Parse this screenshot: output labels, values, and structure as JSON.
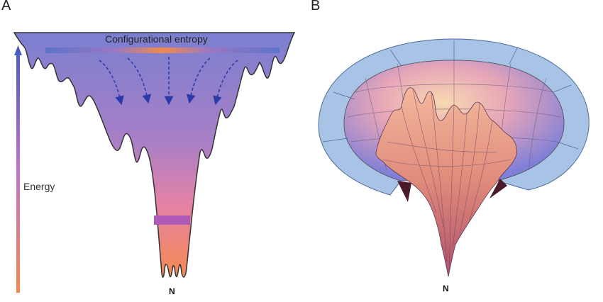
{
  "panel_a": {
    "letter": "A",
    "bar_label": "Configurational entropy",
    "axis_label": "Energy",
    "native_label": "N"
  },
  "panel_b": {
    "letter": "B",
    "native_label": "N"
  },
  "colors": {
    "funnel_top": "#7b7fd0",
    "funnel_mid": "#b57cc4",
    "funnel_bottom": "#f28a5e",
    "entropy_bar_edge": "#5c74c8",
    "entropy_bar_center": "#f08a4b",
    "arrow": "#2a3aa8",
    "bowl_rim": "#a9c3e6"
  }
}
